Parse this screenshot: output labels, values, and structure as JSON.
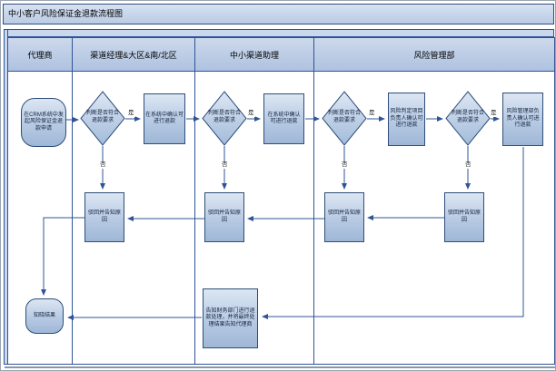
{
  "title": "中小客户风险保证金退款流程图",
  "lanes": [
    {
      "label": "代理商"
    },
    {
      "label": "渠道经理&大区&南/北区"
    },
    {
      "label": "中小渠道助理"
    },
    {
      "label": "风险管理部"
    }
  ],
  "nodes": {
    "start": {
      "label": "在CRM系统中发起风险保证金退款申请",
      "type": "terminator",
      "lane": "代理商"
    },
    "decision1": {
      "label": "判断是否符合退款要求",
      "type": "decision",
      "lane": "渠道经理&大区&南/北区"
    },
    "process1": {
      "label": "在系统中确认可进行退款",
      "type": "process",
      "lane": "渠道经理&大区&南/北区"
    },
    "decision2": {
      "label": "判断是否符合退款要求",
      "type": "decision",
      "lane": "中小渠道助理"
    },
    "process2": {
      "label": "在系统中确认可进行退款",
      "type": "process",
      "lane": "中小渠道助理"
    },
    "decision3": {
      "label": "判断是否符合退款要求",
      "type": "decision",
      "lane": "风险管理部"
    },
    "process3": {
      "label": "风险判定项目负责人确认可进行退款",
      "type": "process",
      "lane": "风险管理部"
    },
    "decision4": {
      "label": "判断是否符合退款要求",
      "type": "decision",
      "lane": "风险管理部"
    },
    "process4": {
      "label": "风险管理部负责人确认可进行退款",
      "type": "process",
      "lane": "风险管理部"
    },
    "reject1": {
      "label": "驳回并告知原因",
      "type": "process",
      "lane": "渠道经理&大区&南/北区"
    },
    "reject2": {
      "label": "驳回并告知原因",
      "type": "process",
      "lane": "中小渠道助理"
    },
    "reject3": {
      "label": "驳回并告知原因",
      "type": "process",
      "lane": "风险管理部"
    },
    "reject4": {
      "label": "驳回并告知原因",
      "type": "process",
      "lane": "风险管理部"
    },
    "notify_finance": {
      "label": "告知财务部门进行退款处理，并将最终处理结果告知代理商",
      "type": "process",
      "lane": "中小渠道助理"
    },
    "end": {
      "label": "知晓结果",
      "type": "terminator",
      "lane": "代理商"
    }
  },
  "edge_labels": {
    "yes": "是",
    "no": "否"
  },
  "colors": {
    "shape_fill": "#bcd0e8",
    "shape_border": "#2e4e79",
    "arrow": "#2f5496",
    "lane_border": "#2f5496",
    "header_fill": "#bccee7",
    "background": "#ffffff"
  }
}
